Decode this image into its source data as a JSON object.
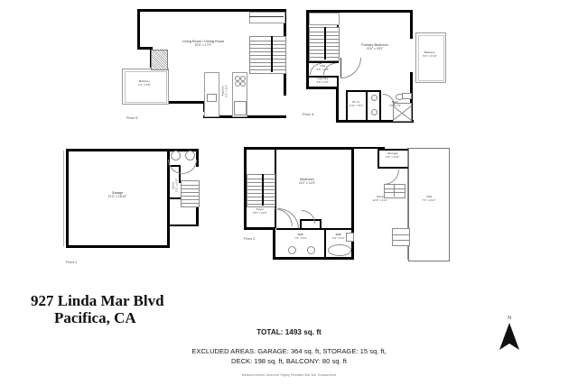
{
  "document": {
    "address_line1": "927 Linda Mar Blvd",
    "address_line2": "Pacifica, CA",
    "total": "TOTAL: 1493 sq. ft",
    "excluded_line1": "EXCLUDED AREAS: GARAGE: 364 sq. ft,  STORAGE: 15 sq. ft,",
    "excluded_line2": "DECK: 198 sq. ft, BALCONY: 80 sq. ft",
    "disclaimer": "Measurements Deemed Highly Reliable But Not Guaranteed",
    "compass_label": "N"
  },
  "floors": [
    {
      "id": "floor5",
      "label": "Floor 5",
      "rooms": [
        {
          "name": "Living Room / Dining Room",
          "dim": "20'5\" x 17'9\""
        },
        {
          "name": "Balcony",
          "dim": "5'1\" x 5'8\""
        },
        {
          "name": "Kitchen",
          "dim": "8'2\" x 8'3\""
        }
      ]
    },
    {
      "id": "floor4",
      "label": "Floor 4",
      "rooms": [
        {
          "name": "Primary Bedroom",
          "dim": "13'6\" x 15'3\""
        },
        {
          "name": "Balcony",
          "dim": "5'2\" x 9'10\""
        },
        {
          "name": "Hall",
          "dim": "6'5\" x 3'8\""
        },
        {
          "name": "Laundry",
          "dim": "6'8\" x 2'0\""
        },
        {
          "name": "W.I.C.",
          "dim": "4'11\" x 5'3\""
        },
        {
          "name": "Bath",
          "dim": "7'9\" x 7'9\""
        }
      ]
    },
    {
      "id": "floor1",
      "label": "Floor 1",
      "rooms": [
        {
          "name": "Garage",
          "dim": "21'0\" x 18'10\""
        },
        {
          "name": "Entry",
          "dim": "3'11\" x 9'8\""
        }
      ]
    },
    {
      "id": "floor2",
      "label": "Floor 2",
      "rooms": [
        {
          "name": "Bedroom",
          "dim": "13'0\" x 14'9\""
        },
        {
          "name": "Foyer",
          "dim": "6'5\" x 14'9\""
        },
        {
          "name": "Bath",
          "dim": "7'6\" x 6'4\""
        },
        {
          "name": "Bath",
          "dim": "5'2\" x 5'3\""
        },
        {
          "name": "Storage",
          "dim": "5'2\" x 2'11\""
        },
        {
          "name": "Deck",
          "dim": "10'4\" x 21'4\""
        },
        {
          "name": "Yard",
          "dim": "7'6\" x 21'2\""
        }
      ]
    }
  ],
  "colors": {
    "wall": "#000000",
    "background": "#ffffff",
    "text": "#1a1a1a",
    "muted": "#777777"
  }
}
